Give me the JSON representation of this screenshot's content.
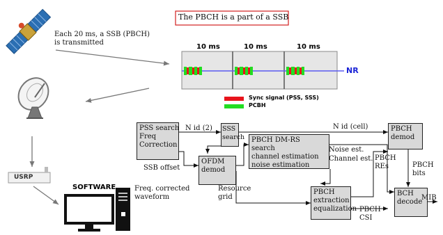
{
  "callout": "The PBCH is a part of a SSB",
  "satellite_text": [
    "Each 20 ms, a SSB (PBCH)",
    "is transmitted"
  ],
  "timeline": {
    "segments": [
      "10 ms",
      "10 ms",
      "10 ms"
    ],
    "band_label": "NR"
  },
  "legend": {
    "sync": "Sync signal (PSS, SSS)",
    "pbch": "PCBH",
    "sync_color": "#e8141c",
    "pbch_color": "#22dd22"
  },
  "usrp_label": "USRP",
  "software_label": "SOFTWARE",
  "blocks": {
    "pss": [
      "PSS search",
      "Freq",
      "Correction"
    ],
    "sss": [
      "SSS",
      "search"
    ],
    "ofdm": [
      "OFDM",
      "demod"
    ],
    "dmrs": [
      "PBCH DM-RS",
      "search",
      "channel estimation",
      "noise estimation"
    ],
    "extract": [
      "PBCH",
      "extraction",
      "equalization"
    ],
    "pbch_demod": [
      "PBCH",
      "demod"
    ],
    "bch": [
      "BCH",
      "decode"
    ]
  },
  "edges": {
    "nid2": "N id (2)",
    "nid_cell": "N id (cell)",
    "ssb_offset": "SSB offset",
    "freq_corrected": [
      "Freq. corrected",
      "waveform"
    ],
    "resource_grid": [
      "Resource",
      "grid"
    ],
    "noise_est": "Noise est.",
    "channel_est": "Channel est.",
    "pbch_res": [
      "PBCH",
      "REs"
    ],
    "pbch_bits": [
      "PBCH",
      "bits"
    ],
    "pbch_csi": [
      "PBCH",
      "CSI"
    ],
    "mib": "MIB"
  }
}
